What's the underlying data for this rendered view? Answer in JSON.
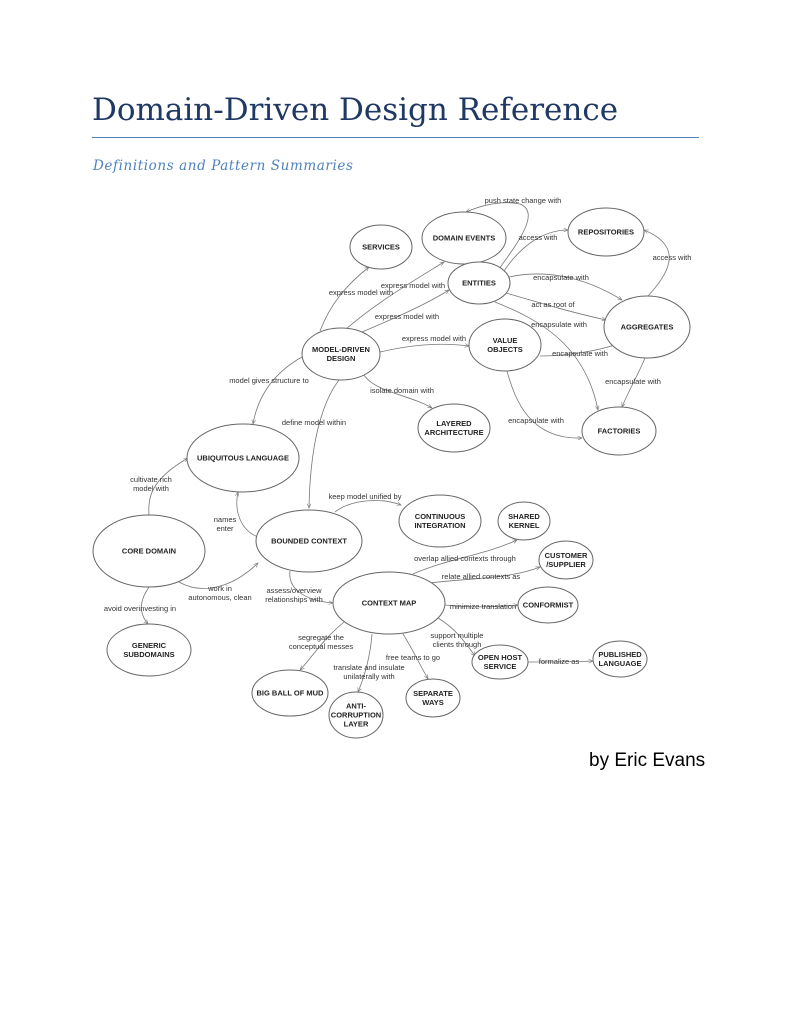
{
  "title": "Domain-Driven Design Reference",
  "subtitle": "Definitions and Pattern Summaries",
  "author": "by Eric Evans",
  "diagram": {
    "nodes": [
      {
        "id": "services",
        "label": [
          "SERVICES"
        ]
      },
      {
        "id": "domain-events",
        "label": [
          "DOMAIN EVENTS"
        ]
      },
      {
        "id": "repositories",
        "label": [
          "REPOSITORIES"
        ]
      },
      {
        "id": "entities",
        "label": [
          "ENTITIES"
        ]
      },
      {
        "id": "aggregates",
        "label": [
          "AGGREGATES"
        ]
      },
      {
        "id": "model-driven-design",
        "label": [
          "MODEL-DRIVEN",
          "DESIGN"
        ]
      },
      {
        "id": "value-objects",
        "label": [
          "VALUE",
          "OBJECTS"
        ]
      },
      {
        "id": "layered-architecture",
        "label": [
          "LAYERED",
          "ARCHITECTURE"
        ]
      },
      {
        "id": "factories",
        "label": [
          "FACTORIES"
        ]
      },
      {
        "id": "ubiquitous-language",
        "label": [
          "UBIQUITOUS LANGUAGE"
        ]
      },
      {
        "id": "continuous-integration",
        "label": [
          "CONTINUOUS",
          "INTEGRATION"
        ]
      },
      {
        "id": "shared-kernel",
        "label": [
          "SHARED",
          "KERNEL"
        ]
      },
      {
        "id": "core-domain",
        "label": [
          "CORE DOMAIN"
        ]
      },
      {
        "id": "bounded-context",
        "label": [
          "BOUNDED CONTEXT"
        ]
      },
      {
        "id": "customer-supplier",
        "label": [
          "CUSTOMER",
          "/SUPPLIER"
        ]
      },
      {
        "id": "context-map",
        "label": [
          "CONTEXT MAP"
        ]
      },
      {
        "id": "conformist",
        "label": [
          "CONFORMIST"
        ]
      },
      {
        "id": "generic-subdomains",
        "label": [
          "GENERIC",
          "SUBDOMAINS"
        ]
      },
      {
        "id": "open-host-service",
        "label": [
          "OPEN HOST",
          "SERVICE"
        ]
      },
      {
        "id": "published-language",
        "label": [
          "PUBLISHED",
          "LANGUAGE"
        ]
      },
      {
        "id": "big-ball-of-mud",
        "label": [
          "BIG BALL OF MUD"
        ]
      },
      {
        "id": "anti-corruption-layer",
        "label": [
          "ANTI-",
          "CORRUPTION",
          "LAYER"
        ]
      },
      {
        "id": "separate-ways",
        "label": [
          "SEPARATE",
          "WAYS"
        ]
      }
    ],
    "edges": [
      {
        "id": "push-state-change-with",
        "label": [
          "push state change with"
        ]
      },
      {
        "id": "entities-access-repositories",
        "label": [
          "access with"
        ]
      },
      {
        "id": "aggregates-access-repositories",
        "label": [
          "access with"
        ]
      },
      {
        "id": "mdd-express-services",
        "label": [
          "express model with"
        ]
      },
      {
        "id": "mdd-express-domain-events",
        "label": [
          "express model with"
        ]
      },
      {
        "id": "mdd-express-entities",
        "label": [
          "express model with"
        ]
      },
      {
        "id": "mdd-express-value-objects",
        "label": [
          "express model with"
        ]
      },
      {
        "id": "entities-encapsulate-aggregates",
        "label": [
          "encapsulate with"
        ]
      },
      {
        "id": "entities-act-as-root",
        "label": [
          "act as root of"
        ]
      },
      {
        "id": "entities-encapsulate-factories",
        "label": [
          "encapsulate with"
        ]
      },
      {
        "id": "value-objects-encapsulate-aggregates",
        "label": [
          "encapsulate with"
        ]
      },
      {
        "id": "value-objects-encapsulate-factories",
        "label": [
          "encapsulate with"
        ]
      },
      {
        "id": "aggregates-encapsulate-factories",
        "label": [
          "encapsulate with"
        ]
      },
      {
        "id": "mdd-isolate-layered",
        "label": [
          "isolate domain with"
        ]
      },
      {
        "id": "mdd-gives-structure",
        "label": [
          "model gives structure to"
        ]
      },
      {
        "id": "mdd-define-within",
        "label": [
          "define model within"
        ]
      },
      {
        "id": "core-cultivate-ul",
        "label": [
          "cultivate rich",
          "model with"
        ]
      },
      {
        "id": "bc-names-enter-ul",
        "label": [
          "names",
          "enter"
        ]
      },
      {
        "id": "bc-keep-unified-ci",
        "label": [
          "keep model unified by"
        ]
      },
      {
        "id": "core-work-autonomous-bc",
        "label": [
          "work in",
          "autonomous, clean"
        ]
      },
      {
        "id": "bc-assess-context-map",
        "label": [
          "assess/overview",
          "relationships with"
        ]
      },
      {
        "id": "cm-overlap-shared-kernel",
        "label": [
          "overlap allied contexts through"
        ]
      },
      {
        "id": "cm-relate-customer",
        "label": [
          "relate allied contexts as"
        ]
      },
      {
        "id": "cm-minimize-conformist",
        "label": [
          "minimize translation"
        ]
      },
      {
        "id": "cm-support-ohs",
        "label": [
          "support multiple",
          "clients through"
        ]
      },
      {
        "id": "ohs-formalize-pl",
        "label": [
          "formalize as"
        ]
      },
      {
        "id": "core-avoid-generic",
        "label": [
          "avoid overinvesting in"
        ]
      },
      {
        "id": "cm-segregate-bbom",
        "label": [
          "segregate the",
          "conceptual messes"
        ]
      },
      {
        "id": "cm-translate-acl",
        "label": [
          "translate and insulate",
          "unilaterally with"
        ]
      },
      {
        "id": "cm-free-teams-sw",
        "label": [
          "free teams to go"
        ]
      }
    ]
  }
}
